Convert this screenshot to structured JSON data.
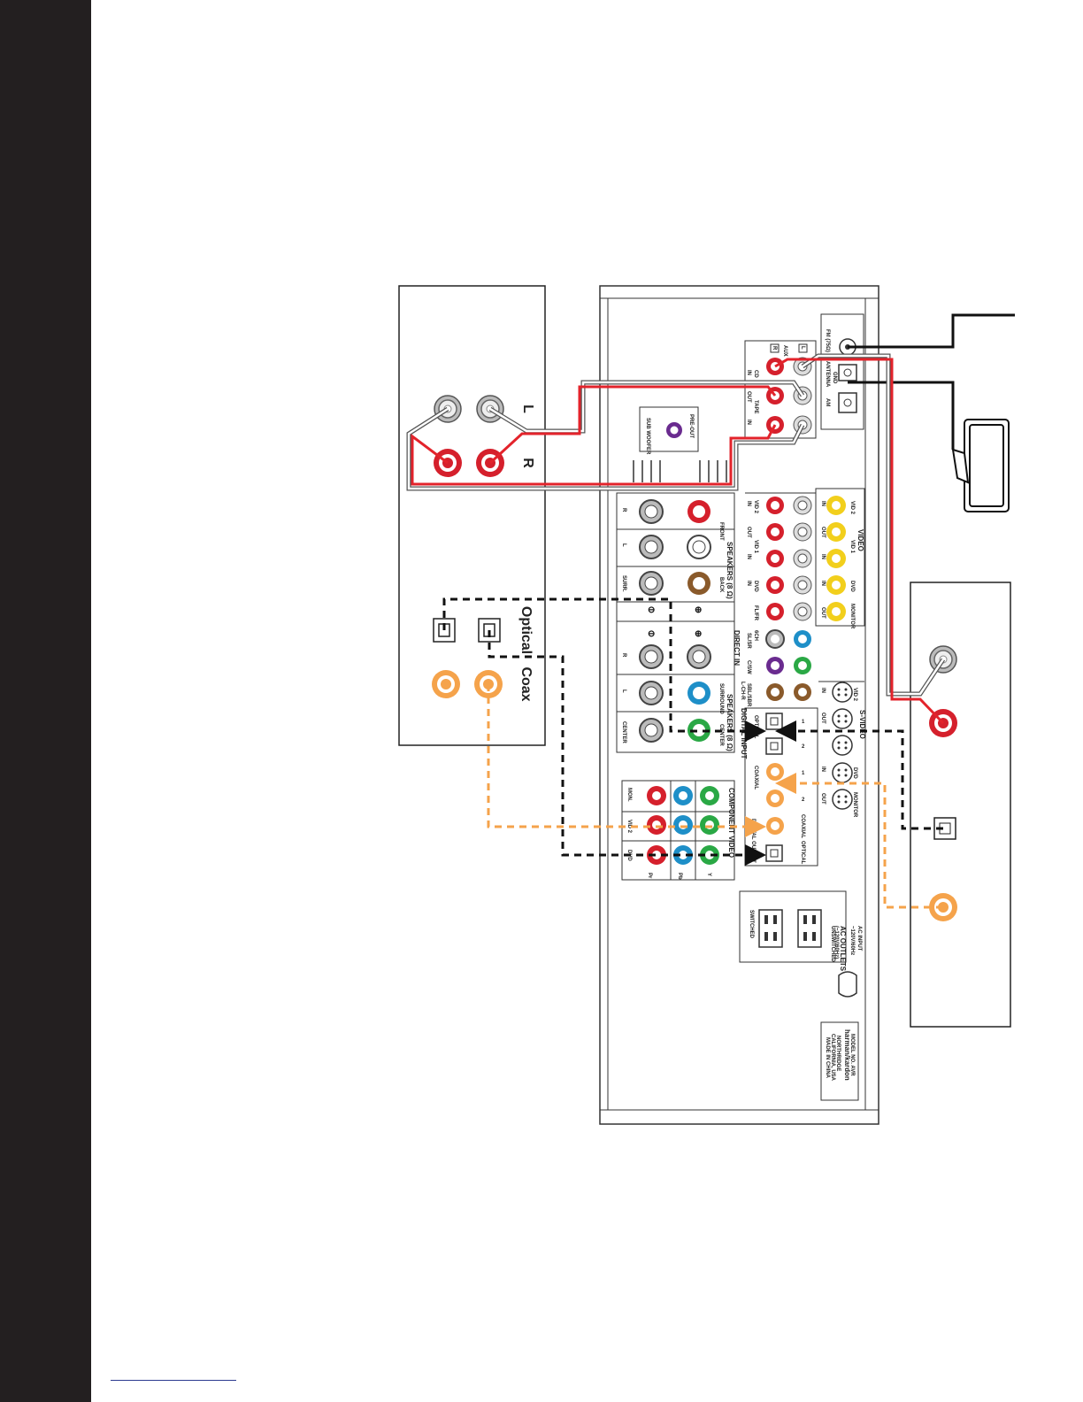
{
  "source_device": {
    "label_l": "L",
    "label_r": "R",
    "label_optical": "Optical",
    "label_coax": "Coax"
  },
  "receiver": {
    "fm": "FM (75Ω)",
    "antenna": "ANTENNA",
    "gnd": "GND",
    "am": "AM",
    "aux": "AUX",
    "cd": "CD",
    "tape": "TAPE",
    "out": "OUT",
    "in": "IN",
    "pre_out": "PRE-OUT",
    "subwoofer": "SUB WOOFER",
    "speakers_title": "SPEAKERS (8 Ω)",
    "front": "FRONT",
    "back": "BACK",
    "surr": "SURR.",
    "surround": "SURROUND",
    "center": "CENTER",
    "r": "R",
    "l": "L",
    "plus": "⊕",
    "minus": "⊖",
    "video": "VIDEO",
    "vid1": "VID 1",
    "vid2": "VID 2",
    "dvd": "DVD",
    "monitor": "MONITOR",
    "fl_fr": "FL/FR",
    "ch6": "6CH",
    "direct_in": "DIRECT IN",
    "sl_sr": "SL/SR",
    "c_sw": "C/SW",
    "sbl_sbr": "SBL/SBR",
    "lch_r": "L-CH-R",
    "svideo": "S-VIDEO",
    "digital_input": "DIGITAL INPUT",
    "optical": "OPTICAL",
    "coaxial": "COAXIAL",
    "digital_output": "DIGITAL OUTPUT",
    "component_video": "COMPONENT VIDEO",
    "mon": "MON.",
    "pr": "Pr",
    "pb": "Pb",
    "y": "Y",
    "ac_outlets": "AC OUTLETS",
    "unswitched": "UNSWITCHED",
    "switched": "SWITCHED",
    "ac_input": "AC INPUT",
    "ac_spec1": "~120V/60Hz",
    "ac_spec2": "(~120V/60Hz)",
    "brand": "harman/kardon",
    "model": "MODEL NO. AVR",
    "maker1": "NORTHRIDGE",
    "maker2": "CALIFORNIA, USA",
    "made_in": "MADE IN CHINA",
    "n1": "1",
    "n2": "2"
  },
  "colors": {
    "spine": "#231f20",
    "red_cable": "#e3232b",
    "orange_cable": "#f5a34b",
    "black_cable": "#111111",
    "gray_cable": "#9a9a9a",
    "jack_red": "#d5202c",
    "jack_yellow": "#f2cf1c",
    "jack_blue": "#1e8fc8",
    "jack_green": "#2aa845",
    "jack_purple": "#6a2b8f",
    "jack_brown": "#8a5a2b",
    "jack_orange": "#f5a34b",
    "jack_white": "#e8e8e8"
  }
}
